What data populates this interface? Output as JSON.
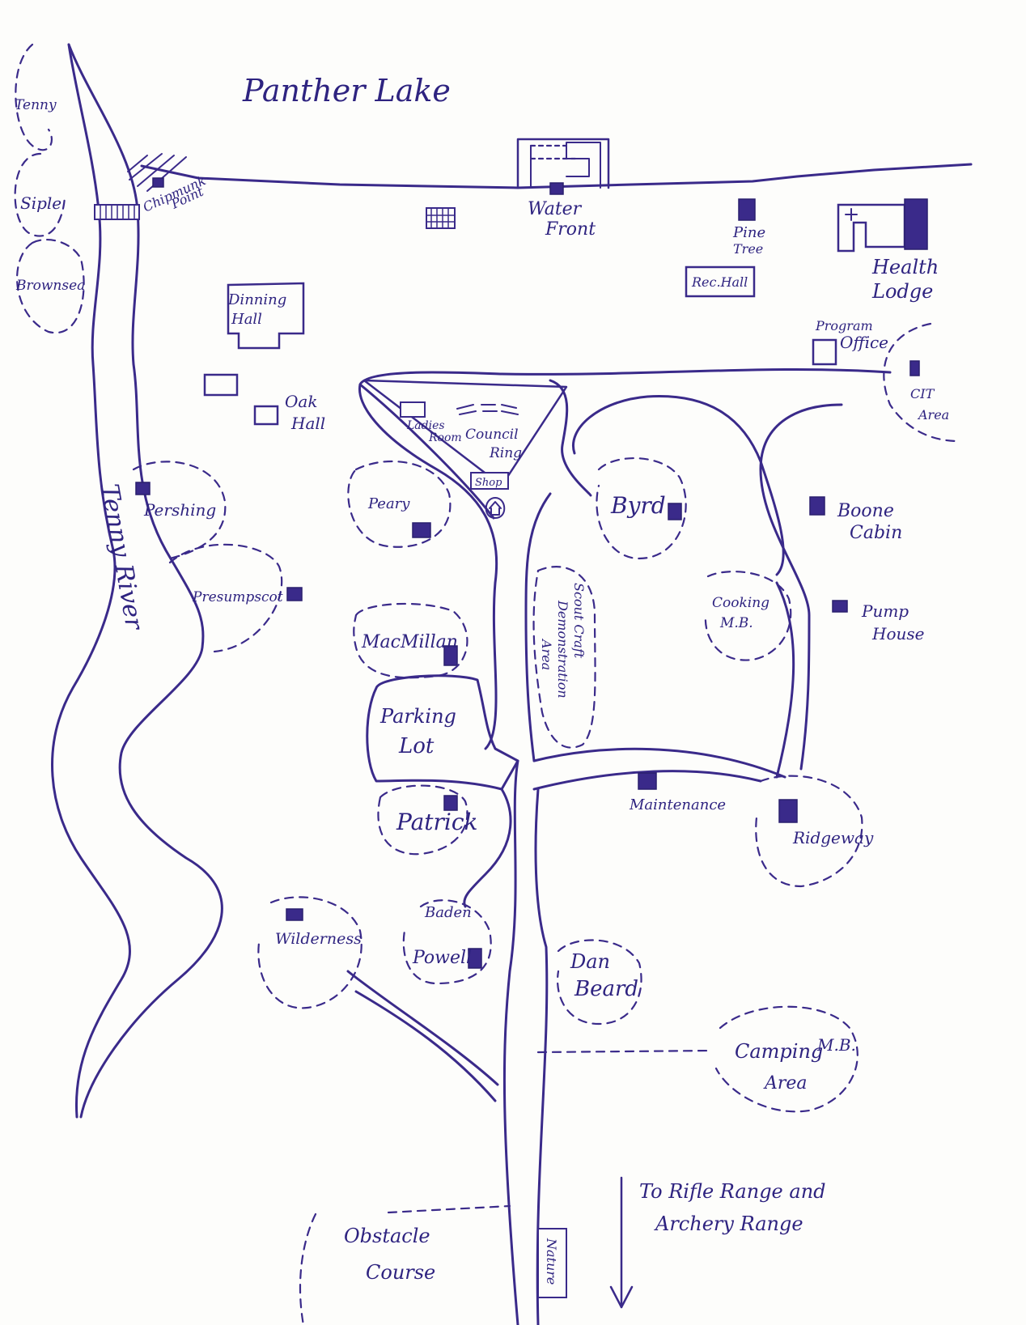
{
  "colors": {
    "ink": "#3a2a8a",
    "paper": "#fdfdfb"
  },
  "labels": {
    "panther_lake": "Panther Lake",
    "tenny": "Tenny",
    "siple": "Siple",
    "brownsea": "Brownsea",
    "chipmunk": "Chipmunk",
    "point": "Point",
    "water": "Water",
    "front": "Front",
    "pine": "Pine",
    "tree": "Tree",
    "rec_hall": "Rec.Hall",
    "health": "Health",
    "lodge": "Lodge",
    "dinning": "Dinning",
    "hall": "Hall",
    "program": "Program",
    "office": "Office",
    "oak": "Oak",
    "oak_hall": "Hall",
    "cit": "CIT",
    "area": "Area",
    "ladies": "Ladies",
    "room": "Room",
    "council": "Council",
    "ring": "Ring",
    "shop": "Shop",
    "pershing": "Pershing",
    "peary": "Peary",
    "byrd": "Byrd",
    "boone": "Boone",
    "cabin": "Cabin",
    "presumpscot": "Presumpscot",
    "tenny_river": "Tenny River",
    "macmillan": "MacMillan",
    "scout_craft": "Scout Craft",
    "demonstration": "Demonstration",
    "sc_area": "Area",
    "cooking": "Cooking",
    "mb": "M.B.",
    "pump": "Pump",
    "house": "House",
    "parking": "Parking",
    "lot": "Lot",
    "maintenance": "Maintenance",
    "patrick": "Patrick",
    "ridgeway": "Ridgeway",
    "baden": "Baden",
    "powell": "Powell",
    "wilderness": "Wilderness",
    "dan": "Dan",
    "beard": "Beard",
    "camping": "Camping",
    "camping_mb": "M.B.",
    "camping_area": "Area",
    "obstacle": "Obstacle",
    "course": "Course",
    "nature": "Nature",
    "rifle_1": "To Rifle Range and",
    "rifle_2": "Archery Range"
  }
}
